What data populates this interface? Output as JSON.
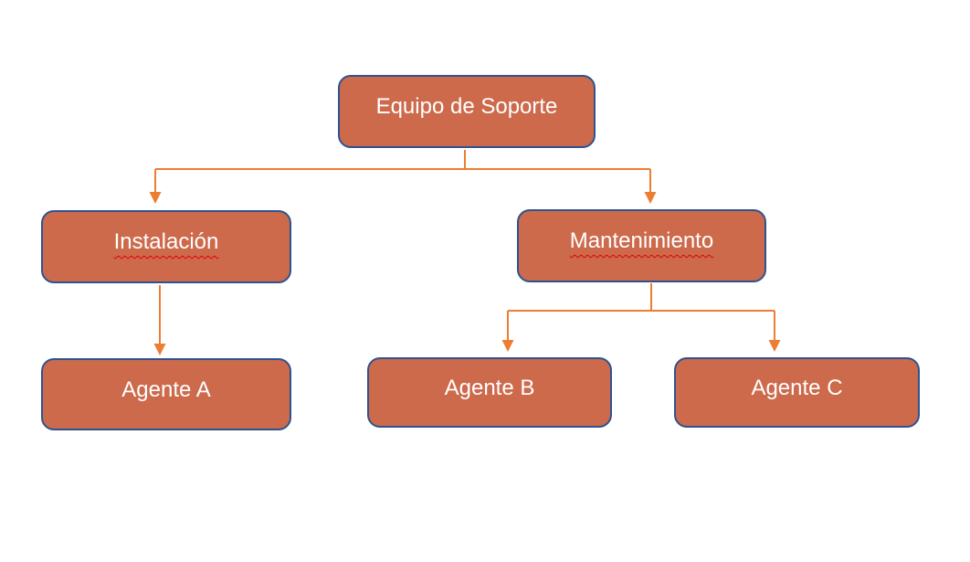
{
  "diagram": {
    "type": "org-chart",
    "colors": {
      "canvas_bg": "#FFFFFF",
      "node_fill": "#CD6A4C",
      "node_border": "#2E538F",
      "node_text": "#FFFFFF",
      "connector": "#ED7D31",
      "squiggle": "#E00000"
    },
    "nodes": {
      "root": {
        "label": "Equipo de Soporte",
        "misspelled": false
      },
      "instalacion": {
        "label": "Instalación",
        "misspelled": true
      },
      "mantenimiento": {
        "label": "Mantenimiento",
        "misspelled": true
      },
      "agente_a": {
        "label": "Agente A",
        "misspelled": false
      },
      "agente_b": {
        "label": "Agente B",
        "misspelled": false
      },
      "agente_c": {
        "label": "Agente C",
        "misspelled": false
      }
    },
    "edges": [
      {
        "from": "root",
        "to": "instalacion"
      },
      {
        "from": "root",
        "to": "mantenimiento"
      },
      {
        "from": "instalacion",
        "to": "agente_a"
      },
      {
        "from": "mantenimiento",
        "to": "agente_b"
      },
      {
        "from": "mantenimiento",
        "to": "agente_c"
      }
    ]
  }
}
